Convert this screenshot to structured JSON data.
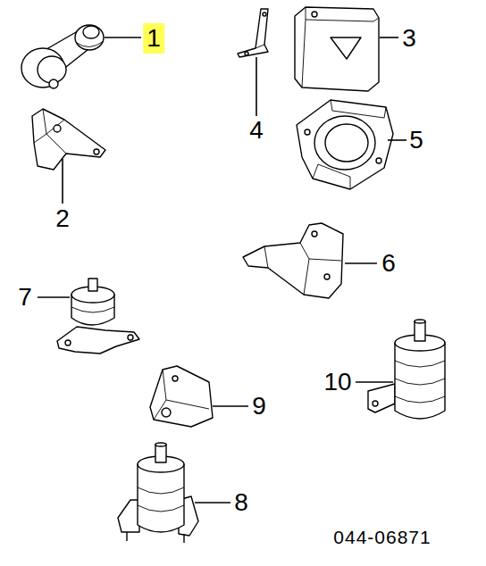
{
  "diagram": {
    "labels": [
      "1",
      "3",
      "2",
      "4",
      "5",
      "6",
      "7",
      "10",
      "9",
      "8",
      "044-06871"
    ]
  }
}
